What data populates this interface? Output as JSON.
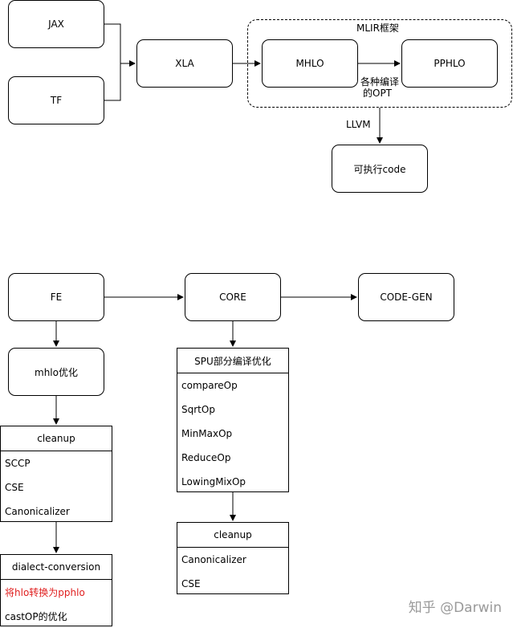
{
  "top_diagram": {
    "frame_title": "MLIR框架",
    "nodes": {
      "jax": "JAX",
      "tf": "TF",
      "xla": "XLA",
      "mhlo": "MHLO",
      "pphlo": "PPHLO",
      "exec_code": "可执行code"
    },
    "edge_labels": {
      "opt_line1": "各种编译",
      "opt_line2": "的OPT",
      "llvm": "LLVM"
    }
  },
  "bottom_diagram": {
    "nodes": {
      "fe": "FE",
      "core": "CORE",
      "codegen": "CODE-GEN",
      "mhlo_opt": "mhlo优化"
    },
    "lists": {
      "cleanup_left": {
        "header": "cleanup",
        "items": [
          "SCCP",
          "CSE",
          "Canonicalizer"
        ]
      },
      "dialect_conversion": {
        "header": "dialect-conversion",
        "items": [
          "将hlo转换为pphlo",
          "castOP的优化"
        ]
      },
      "spu_opt": {
        "header": "SPU部分编译优化",
        "items": [
          "compareOp",
          "SqrtOp",
          "MinMaxOp",
          "ReduceOp",
          "LowingMixOp"
        ]
      },
      "cleanup_right": {
        "header": "cleanup",
        "items": [
          "Canonicalizer",
          "CSE"
        ]
      }
    }
  },
  "watermark": "知乎 @Darwin",
  "colors": {
    "highlight_text": "#e02020",
    "watermark": "#9a9a9a"
  }
}
